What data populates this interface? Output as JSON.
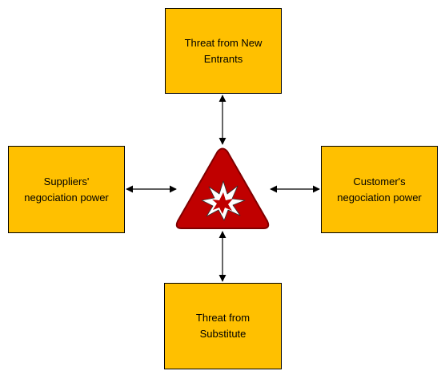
{
  "diagram": {
    "nodes": {
      "top": {
        "label": "Threat from New\nEntrants"
      },
      "left": {
        "label": "Suppliers'\nnegociation power"
      },
      "right": {
        "label": "Customer's\nnegociation power"
      },
      "bottom": {
        "label": "Threat from\nSubstitute"
      }
    },
    "center_icon": "explosion-warning-icon",
    "connections": [
      {
        "from": "top",
        "to": "center",
        "style": "bidirectional"
      },
      {
        "from": "left",
        "to": "center",
        "style": "bidirectional"
      },
      {
        "from": "right",
        "to": "center",
        "style": "bidirectional"
      },
      {
        "from": "bottom",
        "to": "center",
        "style": "bidirectional"
      }
    ],
    "colors": {
      "box_fill": "#FFC000",
      "box_border": "#000000",
      "warning_fill": "#C00000",
      "warning_border": "#7F0000",
      "arrow": "#000000"
    }
  }
}
